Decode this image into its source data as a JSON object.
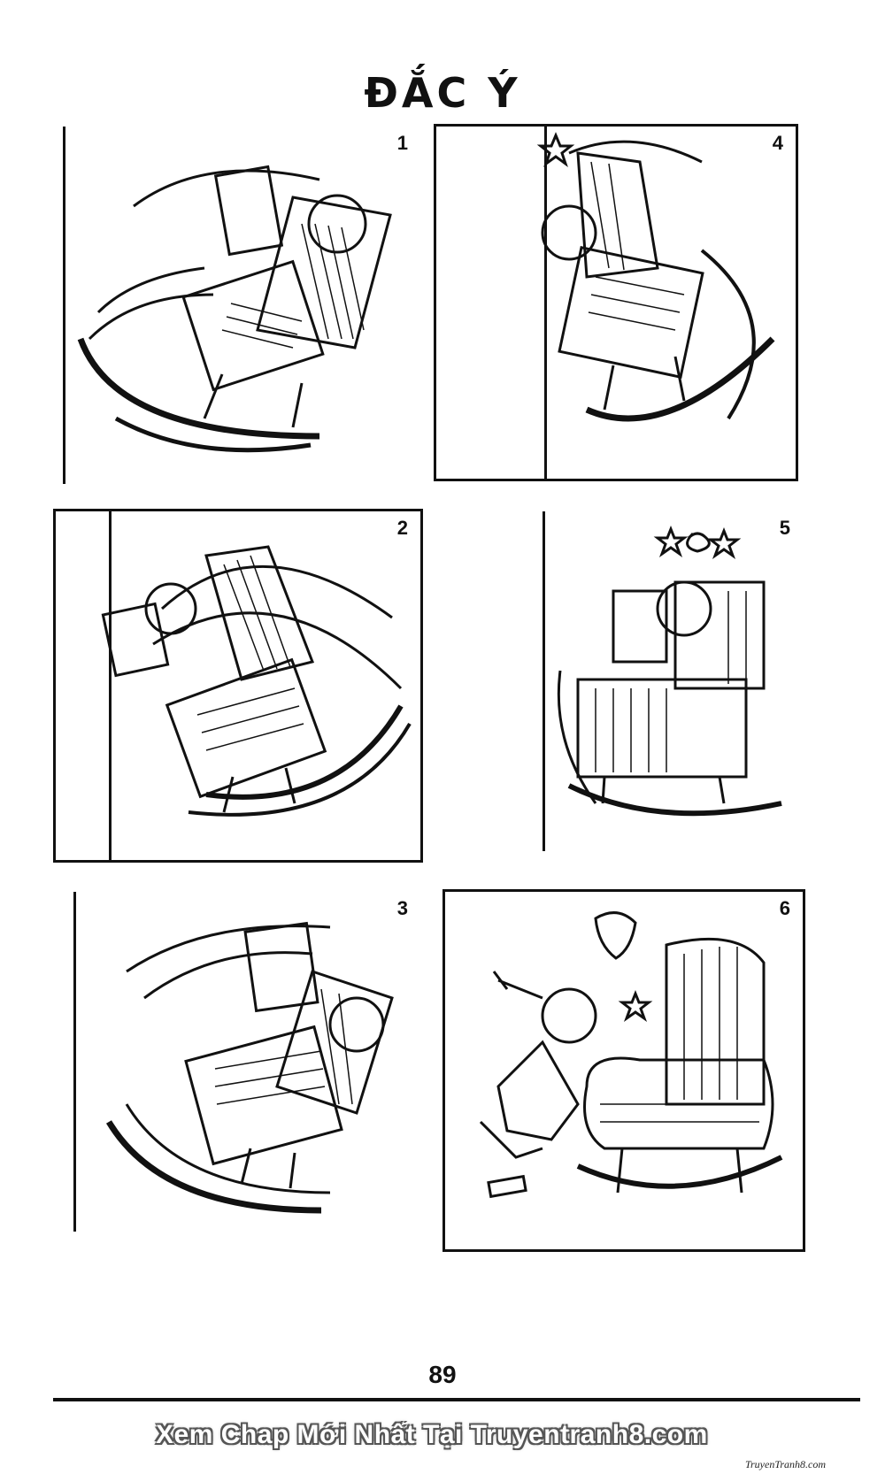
{
  "page": {
    "title": "ĐẮC Ý",
    "page_number": "89"
  },
  "panels": [
    {
      "number": "1",
      "scene": "rocking-back-reading"
    },
    {
      "number": "2",
      "scene": "rocking-forward-reading"
    },
    {
      "number": "3",
      "scene": "rocking-back-reading"
    },
    {
      "number": "4",
      "scene": "head-hits-wall"
    },
    {
      "number": "5",
      "scene": "dizzy-stars"
    },
    {
      "number": "6",
      "scene": "sawing-chair-rockers"
    }
  ],
  "footer": {
    "banner": "Xem Chap Mới Nhất Tại Truyentranh8.com",
    "watermark": "TruyenTranh8.com"
  }
}
